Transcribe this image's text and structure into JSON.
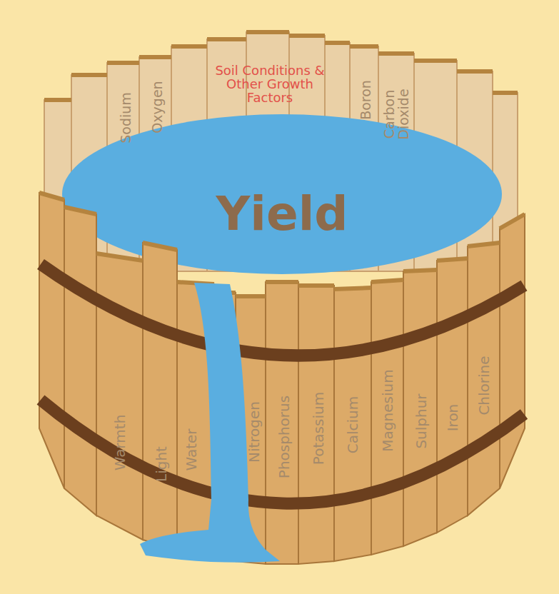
{
  "diagram": {
    "labels": [
      "Sodium",
      "Oxygen",
      "Soil Conditions & Other Growth Factors",
      "Boron",
      "Carbon Dioxide",
      "Yield",
      "Warmth",
      "Light",
      "Water",
      "Nitrogen",
      "Phosphorus",
      "Potassium",
      "Calcium",
      "Magnesium",
      "Sulphur",
      "Iron",
      "Chlorine"
    ]
  }
}
